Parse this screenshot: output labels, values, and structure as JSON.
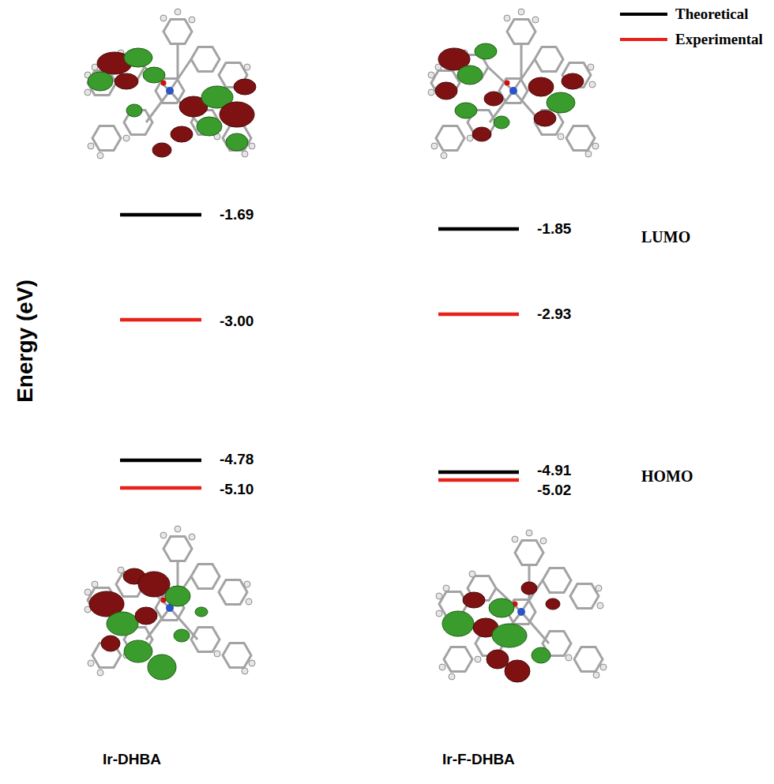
{
  "diagram": {
    "labels": [
      "Energy (eV)",
      "-1.69",
      "-3.00",
      "-4.78",
      "-5.10",
      "-1.85",
      "-2.93",
      "-4.91",
      "-5.02",
      "LUMO",
      "HOMO",
      "Ir-DHBA",
      "Ir-F-DHBA"
    ],
    "legend": [
      {
        "text": "Theoretical"
      },
      {
        "text": "Experimental"
      }
    ]
  }
}
